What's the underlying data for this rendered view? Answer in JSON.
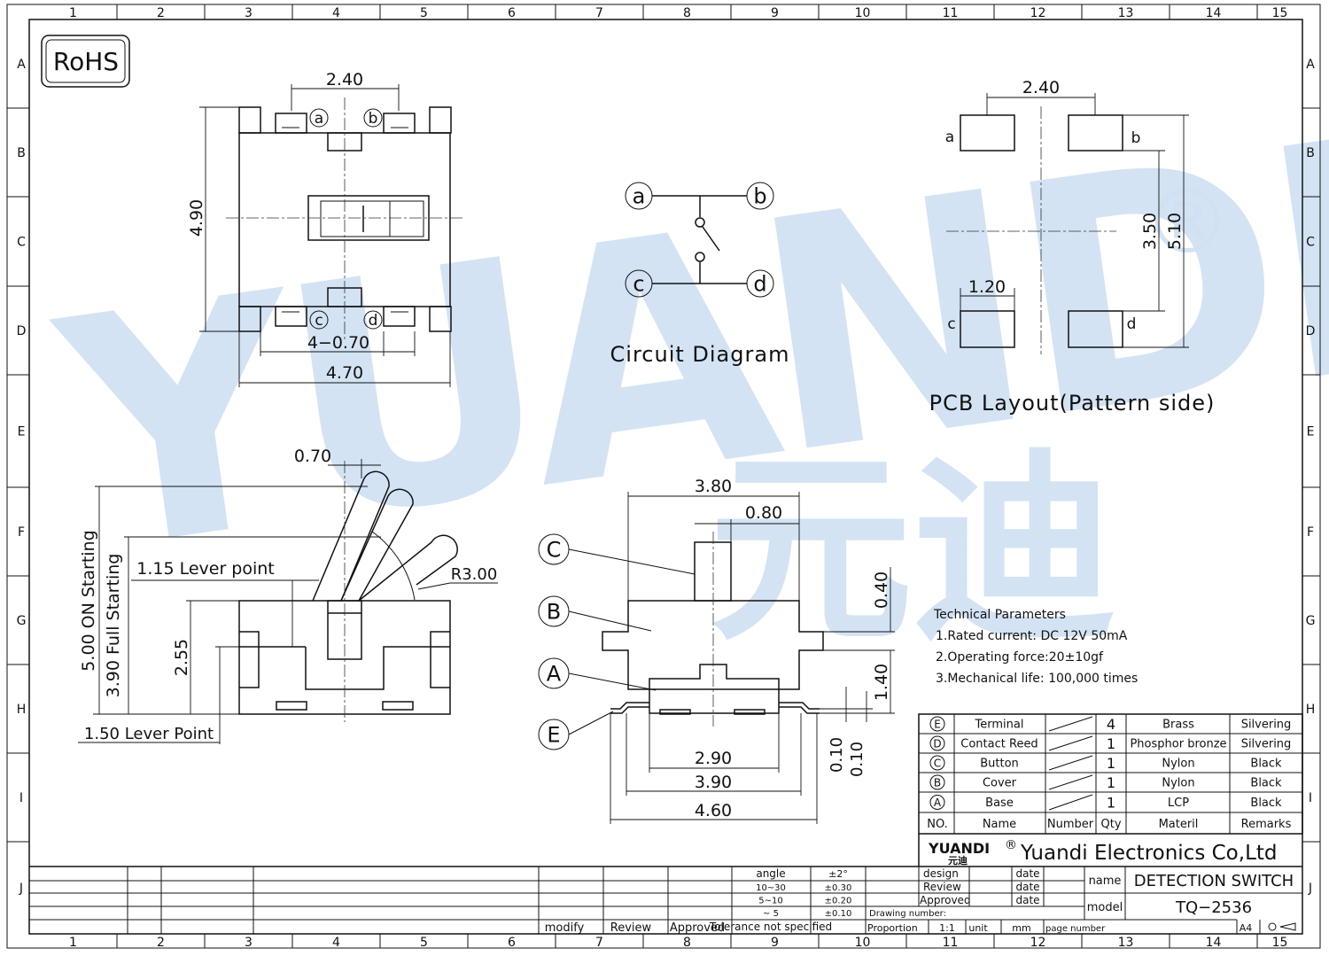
{
  "sheet": {
    "columns": [
      "1",
      "2",
      "3",
      "4",
      "5",
      "6",
      "7",
      "8",
      "9",
      "10",
      "11",
      "12",
      "13",
      "14",
      "15"
    ],
    "rows": [
      "A",
      "B",
      "C",
      "D",
      "E",
      "F",
      "G",
      "H",
      "I",
      "J"
    ]
  },
  "badge": {
    "rohs": "RoHS"
  },
  "watermark": {
    "latin": "YUANDI",
    "registered": "®",
    "chinese": "元迪"
  },
  "top_view": {
    "dim_pitch": "2.40",
    "dim_height": "4.90",
    "dim_terminal": "4−0.70",
    "dim_width": "4.70",
    "pins": [
      "a",
      "b",
      "c",
      "d"
    ]
  },
  "circuit": {
    "title": "Circuit Diagram",
    "pins": [
      "a",
      "b",
      "c",
      "d"
    ]
  },
  "pcb": {
    "title": "PCB Layout(Pattern  side)",
    "dim_pitch": "2.40",
    "dim_pad": "1.20",
    "dim_inner": "3.50",
    "dim_outer": "5.10",
    "pads": [
      "a",
      "b",
      "c",
      "d"
    ]
  },
  "side_view": {
    "dim_lever": "0.70",
    "label_lever_point": "1.15  Lever  point",
    "dim_radius": "R3.00",
    "dim_255": "2.55",
    "label_on": "5.00  ON  Starting",
    "label_full": "3.90  Full  Starting",
    "label_150": "1.50  Lever  Point"
  },
  "front_view": {
    "dim_380": "3.80",
    "dim_080": "0.80",
    "dim_040": "0.40",
    "dim_140": "1.40",
    "dim_010a": "0.10",
    "dim_010b": "0.10",
    "dim_290": "2.90",
    "dim_390": "3.90",
    "dim_460": "4.60",
    "callouts": [
      "C",
      "B",
      "A",
      "E"
    ]
  },
  "tech": {
    "title": "Technical  Parameters",
    "lines": [
      "1.Rated  current:  DC  12V  50mA",
      "2.Operating  force:20±10gf",
      "3.Mechanical  life:  100,000  times"
    ]
  },
  "bom": {
    "rows": [
      {
        "no": "E",
        "name": "Terminal",
        "qty": "4",
        "material": "Brass",
        "remark": "Silvering"
      },
      {
        "no": "D",
        "name": "Contact  Reed",
        "qty": "1",
        "material": "Phosphor  bronze",
        "remark": "Silvering"
      },
      {
        "no": "C",
        "name": "Button",
        "qty": "1",
        "material": "Nylon",
        "remark": "Black"
      },
      {
        "no": "B",
        "name": "Cover",
        "qty": "1",
        "material": "Nylon",
        "remark": "Black"
      },
      {
        "no": "A",
        "name": "Base",
        "qty": "1",
        "material": "LCP",
        "remark": "Black"
      }
    ],
    "header": {
      "no": "NO.",
      "name": "Name",
      "number": "Number",
      "qty": "Qty",
      "material": "Materil",
      "remark": "Remarks"
    }
  },
  "title_block": {
    "logo": "YUANDI",
    "logo_cn": "元迪",
    "reg": "®",
    "company": "Yuandi  Electronics  Co,Ltd",
    "design": "design",
    "review": "Review",
    "approved": "Approved",
    "date": "date",
    "name_label": "name",
    "name_value": "DETECTION  SWITCH",
    "model_label": "model",
    "model_value": "TQ−2536",
    "drawing_number": "Drawing  number:",
    "proportion": "Proportion",
    "scale": "1:1",
    "unit": "unit",
    "unit_value": "mm",
    "page_number": "page  number",
    "paper": "A4",
    "angle": "angle",
    "angle_tol": "±2°",
    "tol_rows": [
      [
        "10~30",
        "±0.30"
      ],
      [
        "5~10",
        "±0.20"
      ],
      [
        "~ 5",
        "±0.10"
      ]
    ],
    "tolerance": "Tolerance  not  specified",
    "modify": "modify",
    "review2": "Review",
    "approved2": "Approved"
  }
}
